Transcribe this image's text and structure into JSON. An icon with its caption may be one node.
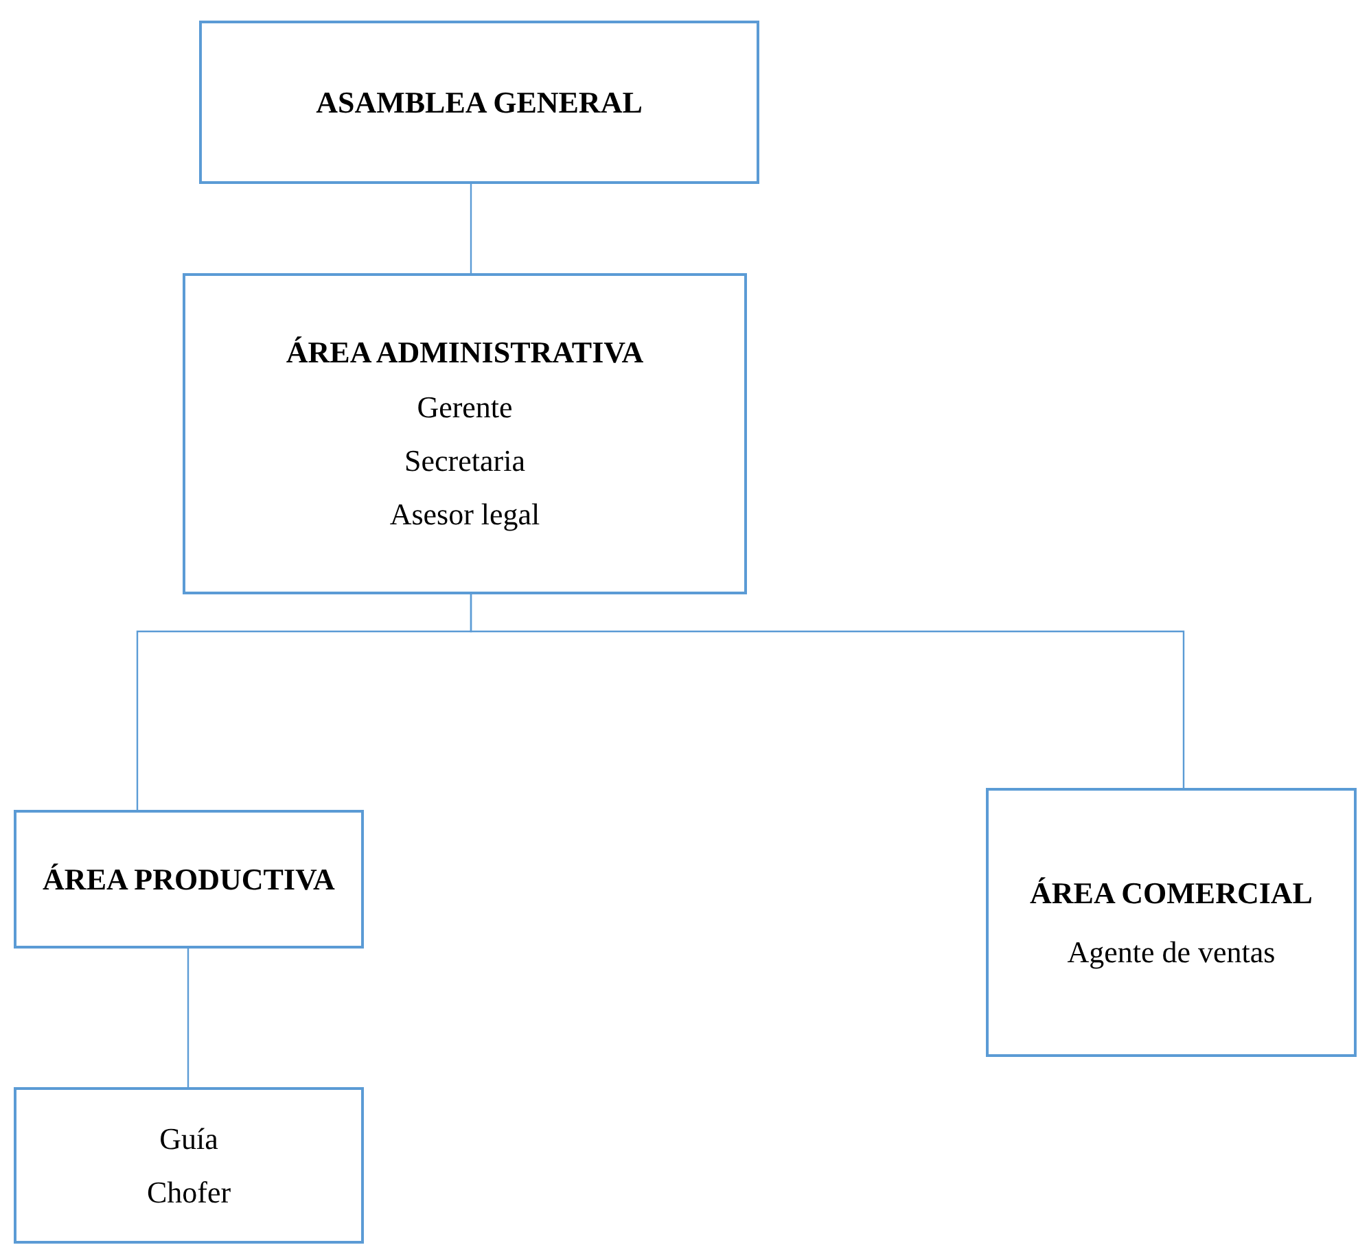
{
  "diagram": {
    "nodes": [
      {
        "text": [
          "ASAMBLEA GENERAL"
        ]
      },
      {
        "text": [
          "ÁREA ADMINISTRATIVA",
          "Gerente",
          "Secretaria",
          "Asesor legal"
        ]
      },
      {
        "text": [
          "ÁREA PRODUCTIVA"
        ]
      },
      {
        "text": [
          "ÁREA COMERCIAL",
          "Agente de ventas"
        ]
      },
      {
        "text": [
          "Guía",
          "Chofer"
        ]
      }
    ],
    "edges": [
      {
        "from": 0,
        "to": 1,
        "arrow": "none"
      },
      {
        "from": 1,
        "to": 2,
        "arrow": "none"
      },
      {
        "from": 1,
        "to": 3,
        "arrow": "none"
      },
      {
        "from": 2,
        "to": 4,
        "arrow": "none"
      }
    ]
  }
}
